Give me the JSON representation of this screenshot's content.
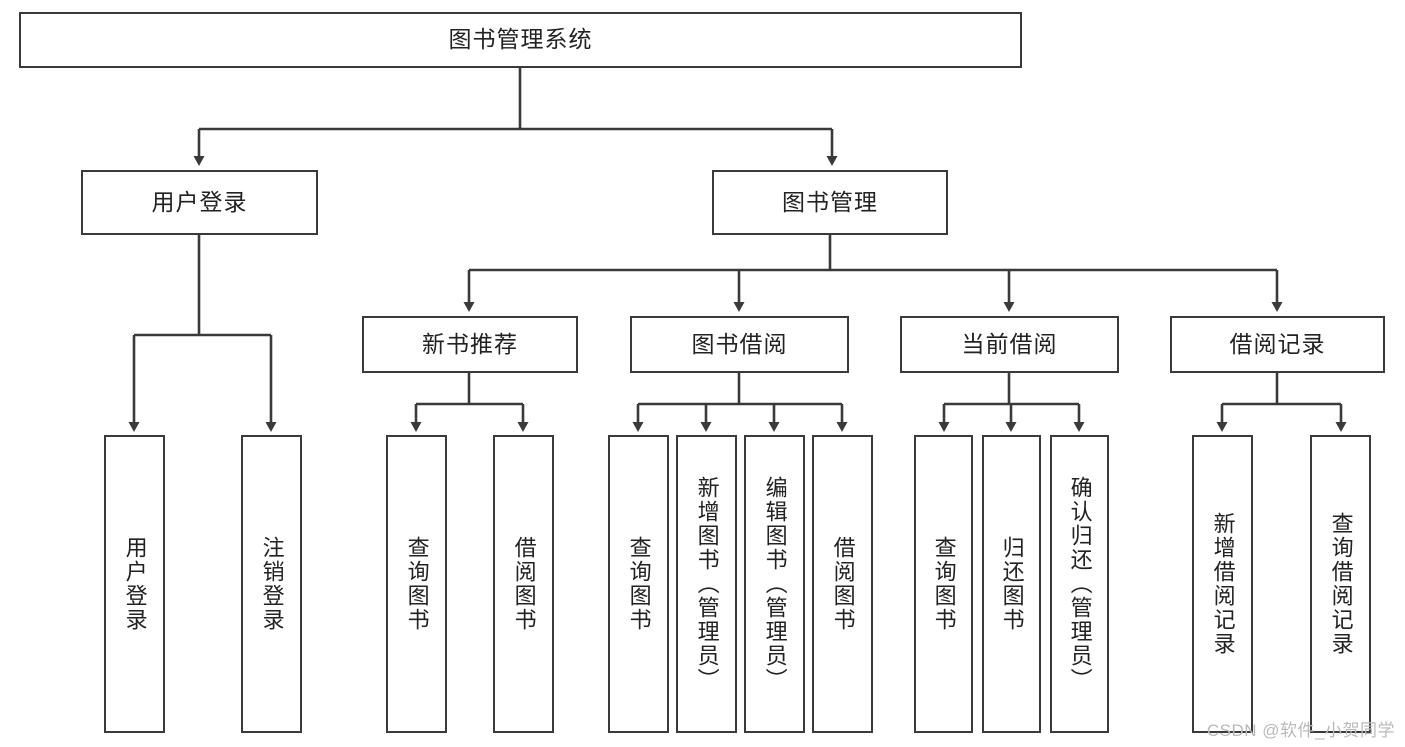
{
  "diagram": {
    "title": "图书管理系统",
    "type": "tree",
    "colors": {
      "box_border": "#3a3a3a",
      "box_fill": "#ffffff",
      "edge": "#3a3a3a",
      "text": "#222222",
      "watermark": "#b9b9b9"
    },
    "root": {
      "label": "图书管理系统"
    },
    "level2": [
      {
        "label": "用户登录"
      },
      {
        "label": "图书管理"
      }
    ],
    "level3": [
      {
        "label": "新书推荐"
      },
      {
        "label": "图书借阅"
      },
      {
        "label": "当前借阅"
      },
      {
        "label": "借阅记录"
      }
    ],
    "leaves": {
      "user_login": [
        {
          "label": "用户登录"
        },
        {
          "label": "注销登录"
        }
      ],
      "new_book_recommend": [
        {
          "label": "查询图书"
        },
        {
          "label": "借阅图书"
        }
      ],
      "book_borrow": [
        {
          "label": "查询图书"
        },
        {
          "label": "新增图书（管理员）"
        },
        {
          "label": "编辑图书（管理员）"
        },
        {
          "label": "借阅图书"
        }
      ],
      "current_borrow": [
        {
          "label": "查询图书"
        },
        {
          "label": "归还图书"
        },
        {
          "label": "确认归还（管理员）"
        }
      ],
      "borrow_record": [
        {
          "label": "新增借阅记录"
        },
        {
          "label": "查询借阅记录"
        }
      ]
    }
  },
  "watermark": {
    "text": "CSDN @软件_小贺同学"
  }
}
